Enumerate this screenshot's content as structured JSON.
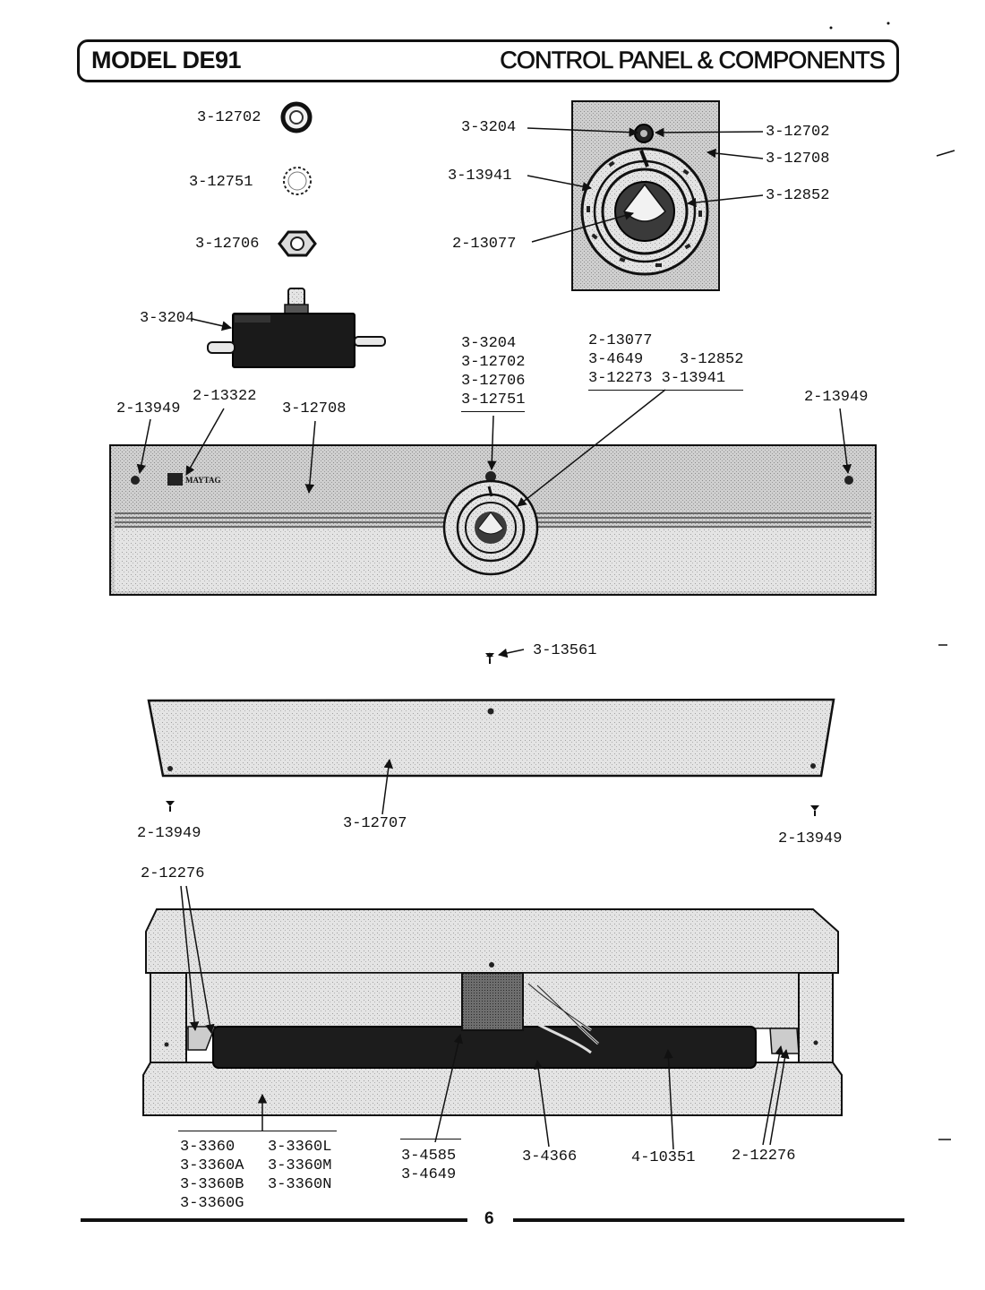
{
  "header": {
    "model": "MODEL DE91",
    "title": "CONTROL PANEL & COMPONENTS"
  },
  "parts_column": {
    "washer_label": "3-12702",
    "lockwasher_label": "3-12751",
    "nut_label": "3-12706",
    "switch_label": "3-3204"
  },
  "dial_detail": {
    "left_labels": [
      "3-3204",
      "3-13941",
      "2-13077"
    ],
    "right_labels": [
      "3-12702",
      "3-12708",
      "3-12852"
    ]
  },
  "control_panel": {
    "screw_left_label": "2-13949",
    "nameplate_label": "2-13322",
    "panel_label": "3-12708",
    "knob_stack": [
      "3-3204",
      "3-12702",
      "3-12706",
      "3-12751"
    ],
    "timer_stack_top": "2-13077",
    "timer_stack_rows": [
      [
        "3-4649",
        "3-12852"
      ],
      [
        "3-12273",
        "3-13941"
      ]
    ],
    "screw_right_label": "2-13949",
    "brand": "MAYTAG"
  },
  "rear_cover": {
    "top_screw_label": "3-13561",
    "cover_label": "3-12707",
    "screw_left_label": "2-13949",
    "screw_right_label": "2-13949"
  },
  "console_base": {
    "bracket_left_label": "2-12276",
    "base_col1": [
      "3-3360",
      "3-3360A",
      "3-3360B",
      "3-3360G"
    ],
    "base_col2": [
      "3-3360L",
      "3-3360M",
      "3-3360N"
    ],
    "timer_parts": [
      "3-4585",
      "3-4649"
    ],
    "harness_label": "3-4366",
    "bar_label": "4-10351",
    "bracket_right_label": "2-12276"
  },
  "footer": {
    "page_number": "6"
  }
}
